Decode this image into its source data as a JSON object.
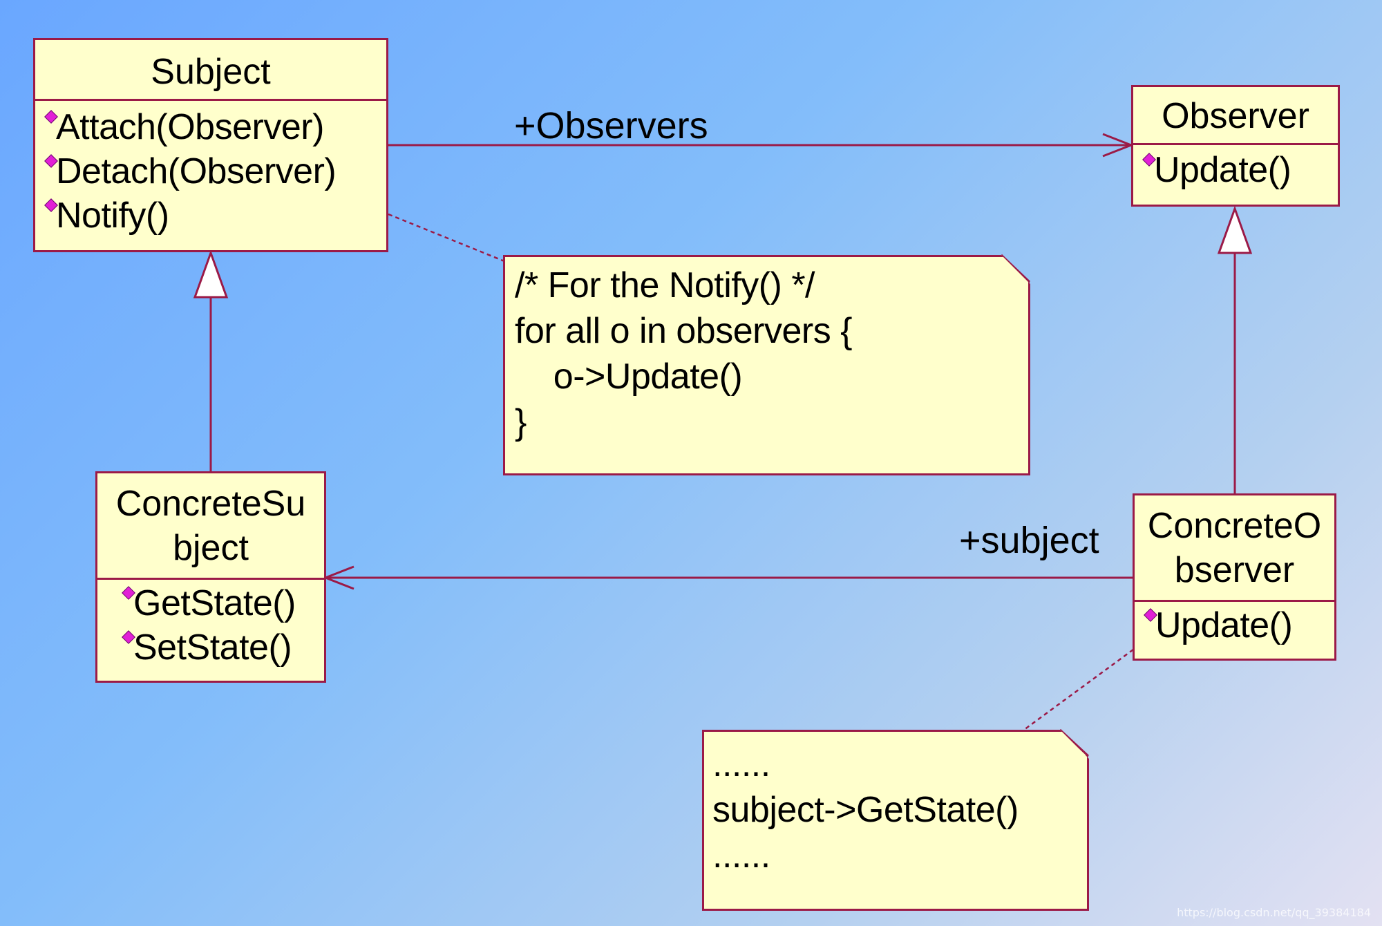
{
  "subject": {
    "name": "Subject",
    "operations": [
      "Attach(Observer)",
      "Detach(Observer)",
      "Notify()"
    ]
  },
  "observer": {
    "name": "Observer",
    "operations": [
      "Update()"
    ]
  },
  "concrete_subject": {
    "name": "ConcreteSu\nbject",
    "operations": [
      "GetState()",
      "SetState()"
    ]
  },
  "concrete_observer": {
    "name": "ConcreteO\nbserver",
    "operations": [
      "Update()"
    ]
  },
  "associations": {
    "observers_label": "+Observers",
    "subject_label": "+subject"
  },
  "notes": {
    "notify_note": [
      "/* For the Notify() */",
      "for all o in observers {",
      "    o->Update()",
      "}"
    ],
    "getstate_note": [
      "......",
      "subject->GetState()",
      "......"
    ]
  },
  "watermark": "https://blog.csdn.net/qq_39384184",
  "colors": {
    "border": "#9b1a47",
    "fill": "#ffffcc",
    "operation_marker": "#e21fd6"
  },
  "icons": {
    "operation_marker": "public-operation-diamond-icon"
  }
}
